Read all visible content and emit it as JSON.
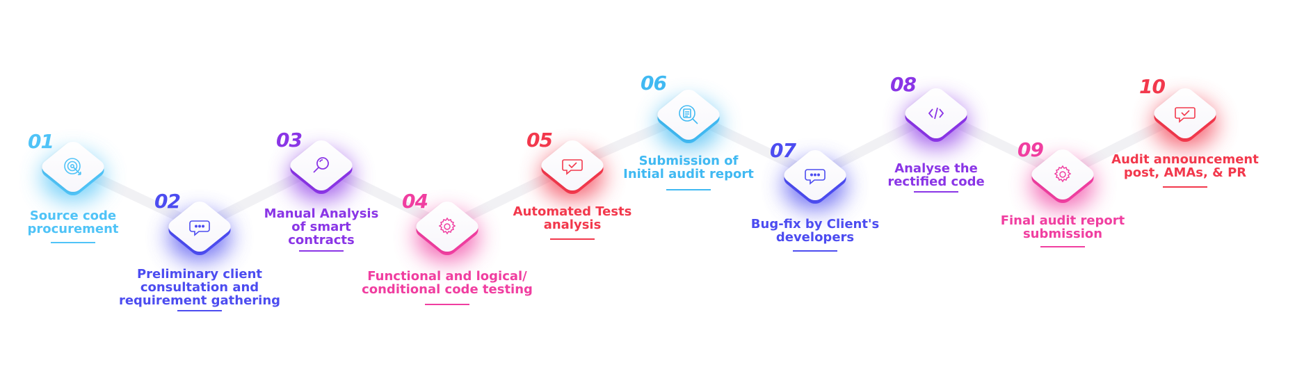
{
  "steps": [
    {
      "number": "01",
      "label": "Source code\nprocurement",
      "color": "#4fc3f7",
      "icon": "target-icon"
    },
    {
      "number": "02",
      "label": "Preliminary client\nconsultation and\nrequirement gathering",
      "color": "#4c4cf0",
      "icon": "chat-icon"
    },
    {
      "number": "03",
      "label": "Manual Analysis\nof smart\ncontracts",
      "color": "#8a35e6",
      "icon": "magnifier-icon"
    },
    {
      "number": "04",
      "label": "Functional and logical/\nconditional code testing",
      "color": "#f03ea0",
      "icon": "gear-icon"
    },
    {
      "number": "05",
      "label": "Automated Tests\nanalysis",
      "color": "#f2384c",
      "icon": "chat-check-icon"
    },
    {
      "number": "06",
      "label": "Submission of\nInitial audit report",
      "color": "#40b9f2",
      "icon": "report-search-icon"
    },
    {
      "number": "07",
      "label": "Bug-fix by Client's\ndevelopers",
      "color": "#4c4cf0",
      "icon": "chat-icon"
    },
    {
      "number": "08",
      "label": "Analyse the\nrectified code",
      "color": "#8a35e6",
      "icon": "code-icon"
    },
    {
      "number": "09",
      "label": "Final audit report\nsubmission",
      "color": "#f03ea0",
      "icon": "gear-icon"
    },
    {
      "number": "10",
      "label": "Audit announcement\npost, AMAs, & PR",
      "color": "#f2384c",
      "icon": "chat-check-icon"
    }
  ]
}
